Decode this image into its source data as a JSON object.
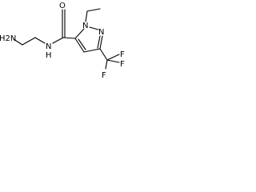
{
  "molecule": {
    "atoms": {
      "amine": "H2N",
      "amide_nitrogen": "N",
      "amide_hydrogen": "H",
      "carbonyl_oxygen": "O",
      "ring_nitrogen_1": "N",
      "ring_nitrogen_2": "N",
      "fluorine_top": "F",
      "fluorine_right": "F",
      "fluorine_bottom": "F"
    }
  }
}
